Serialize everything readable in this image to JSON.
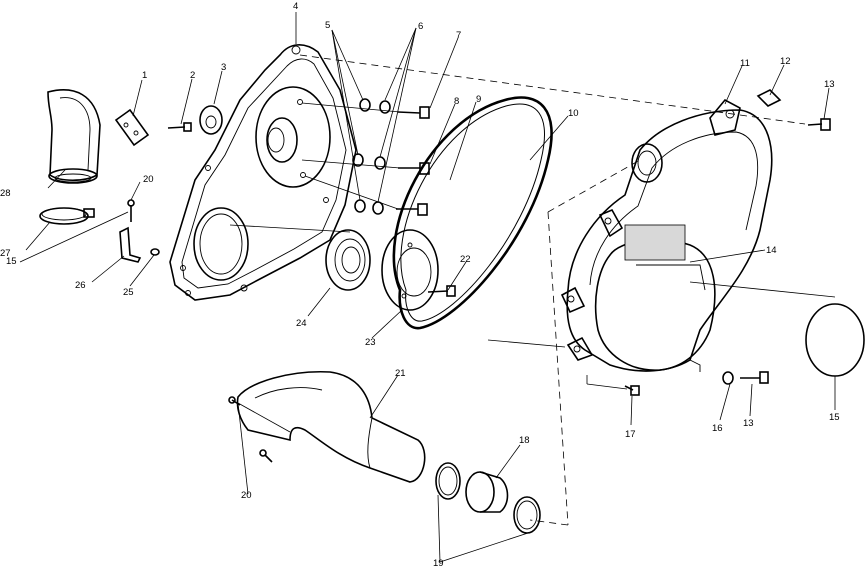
{
  "callouts": [
    {
      "id": "c1",
      "text": "1"
    },
    {
      "id": "c2",
      "text": "2"
    },
    {
      "id": "c3",
      "text": "3"
    },
    {
      "id": "c4",
      "text": "4"
    },
    {
      "id": "c5",
      "text": "5"
    },
    {
      "id": "c6",
      "text": "6"
    },
    {
      "id": "c7",
      "text": "7"
    },
    {
      "id": "c8",
      "text": "8"
    },
    {
      "id": "c9",
      "text": "9"
    },
    {
      "id": "c10",
      "text": "10"
    },
    {
      "id": "c11",
      "text": "11"
    },
    {
      "id": "c12",
      "text": "12"
    },
    {
      "id": "c13a",
      "text": "13"
    },
    {
      "id": "c13b",
      "text": "13"
    },
    {
      "id": "c14",
      "text": "14"
    },
    {
      "id": "c15a",
      "text": "15"
    },
    {
      "id": "c15b",
      "text": "15"
    },
    {
      "id": "c16",
      "text": "16"
    },
    {
      "id": "c17",
      "text": "17"
    },
    {
      "id": "c18",
      "text": "18"
    },
    {
      "id": "c19",
      "text": "19"
    },
    {
      "id": "c20a",
      "text": "20"
    },
    {
      "id": "c20b",
      "text": "20"
    },
    {
      "id": "c21",
      "text": "21"
    },
    {
      "id": "c22",
      "text": "22"
    },
    {
      "id": "c23",
      "text": "23"
    },
    {
      "id": "c24",
      "text": "24"
    },
    {
      "id": "c25",
      "text": "25"
    },
    {
      "id": "c26",
      "text": "26"
    },
    {
      "id": "c27",
      "text": "27"
    },
    {
      "id": "c28",
      "text": "28"
    }
  ]
}
